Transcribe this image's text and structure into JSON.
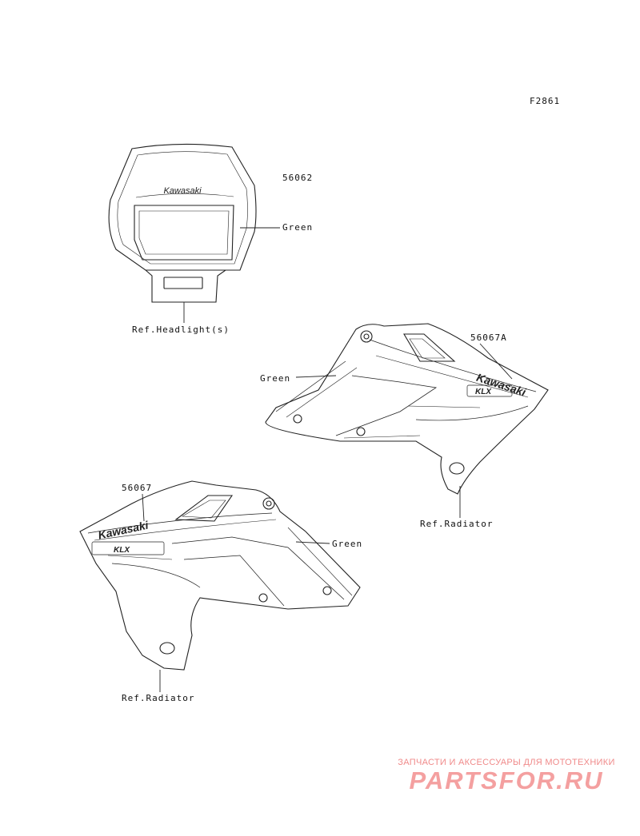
{
  "figure_code": "F2861",
  "labels": {
    "headlight_part": "56062",
    "headlight_color": "Green",
    "headlight_ref": "Ref.Headlight(s)",
    "right_part": "56067A",
    "right_color": "Green",
    "right_ref": "Ref.Radiator",
    "left_part": "56067",
    "left_color": "Green",
    "left_ref": "Ref.Radiator"
  },
  "decals": {
    "brand": "Kawasaki",
    "model": "KLX"
  },
  "watermark": {
    "tagline": "ЗАПЧАСТИ И АКСЕССУАРЫ ДЛЯ МОТОТЕХНИКИ",
    "logo": "PARTSFOR.RU"
  },
  "colors": {
    "line": "#222222",
    "watermark": "#f08a8a"
  }
}
